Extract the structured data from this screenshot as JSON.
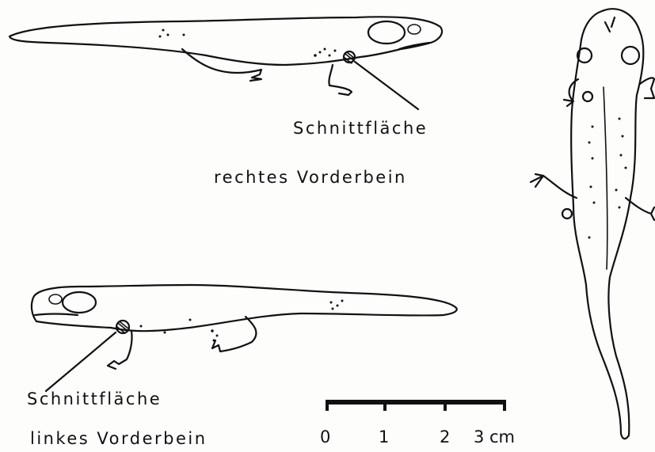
{
  "labels": {
    "top_cut_surface": "Schnittfläche",
    "top_limb": "rechtes Vorderbein",
    "bottom_cut_surface": "Schnittfläche",
    "bottom_limb": "linkes Vorderbein"
  },
  "scale_bar": {
    "ticks": [
      "0",
      "1",
      "2",
      "3"
    ],
    "unit": "cm",
    "max_value": 3
  }
}
